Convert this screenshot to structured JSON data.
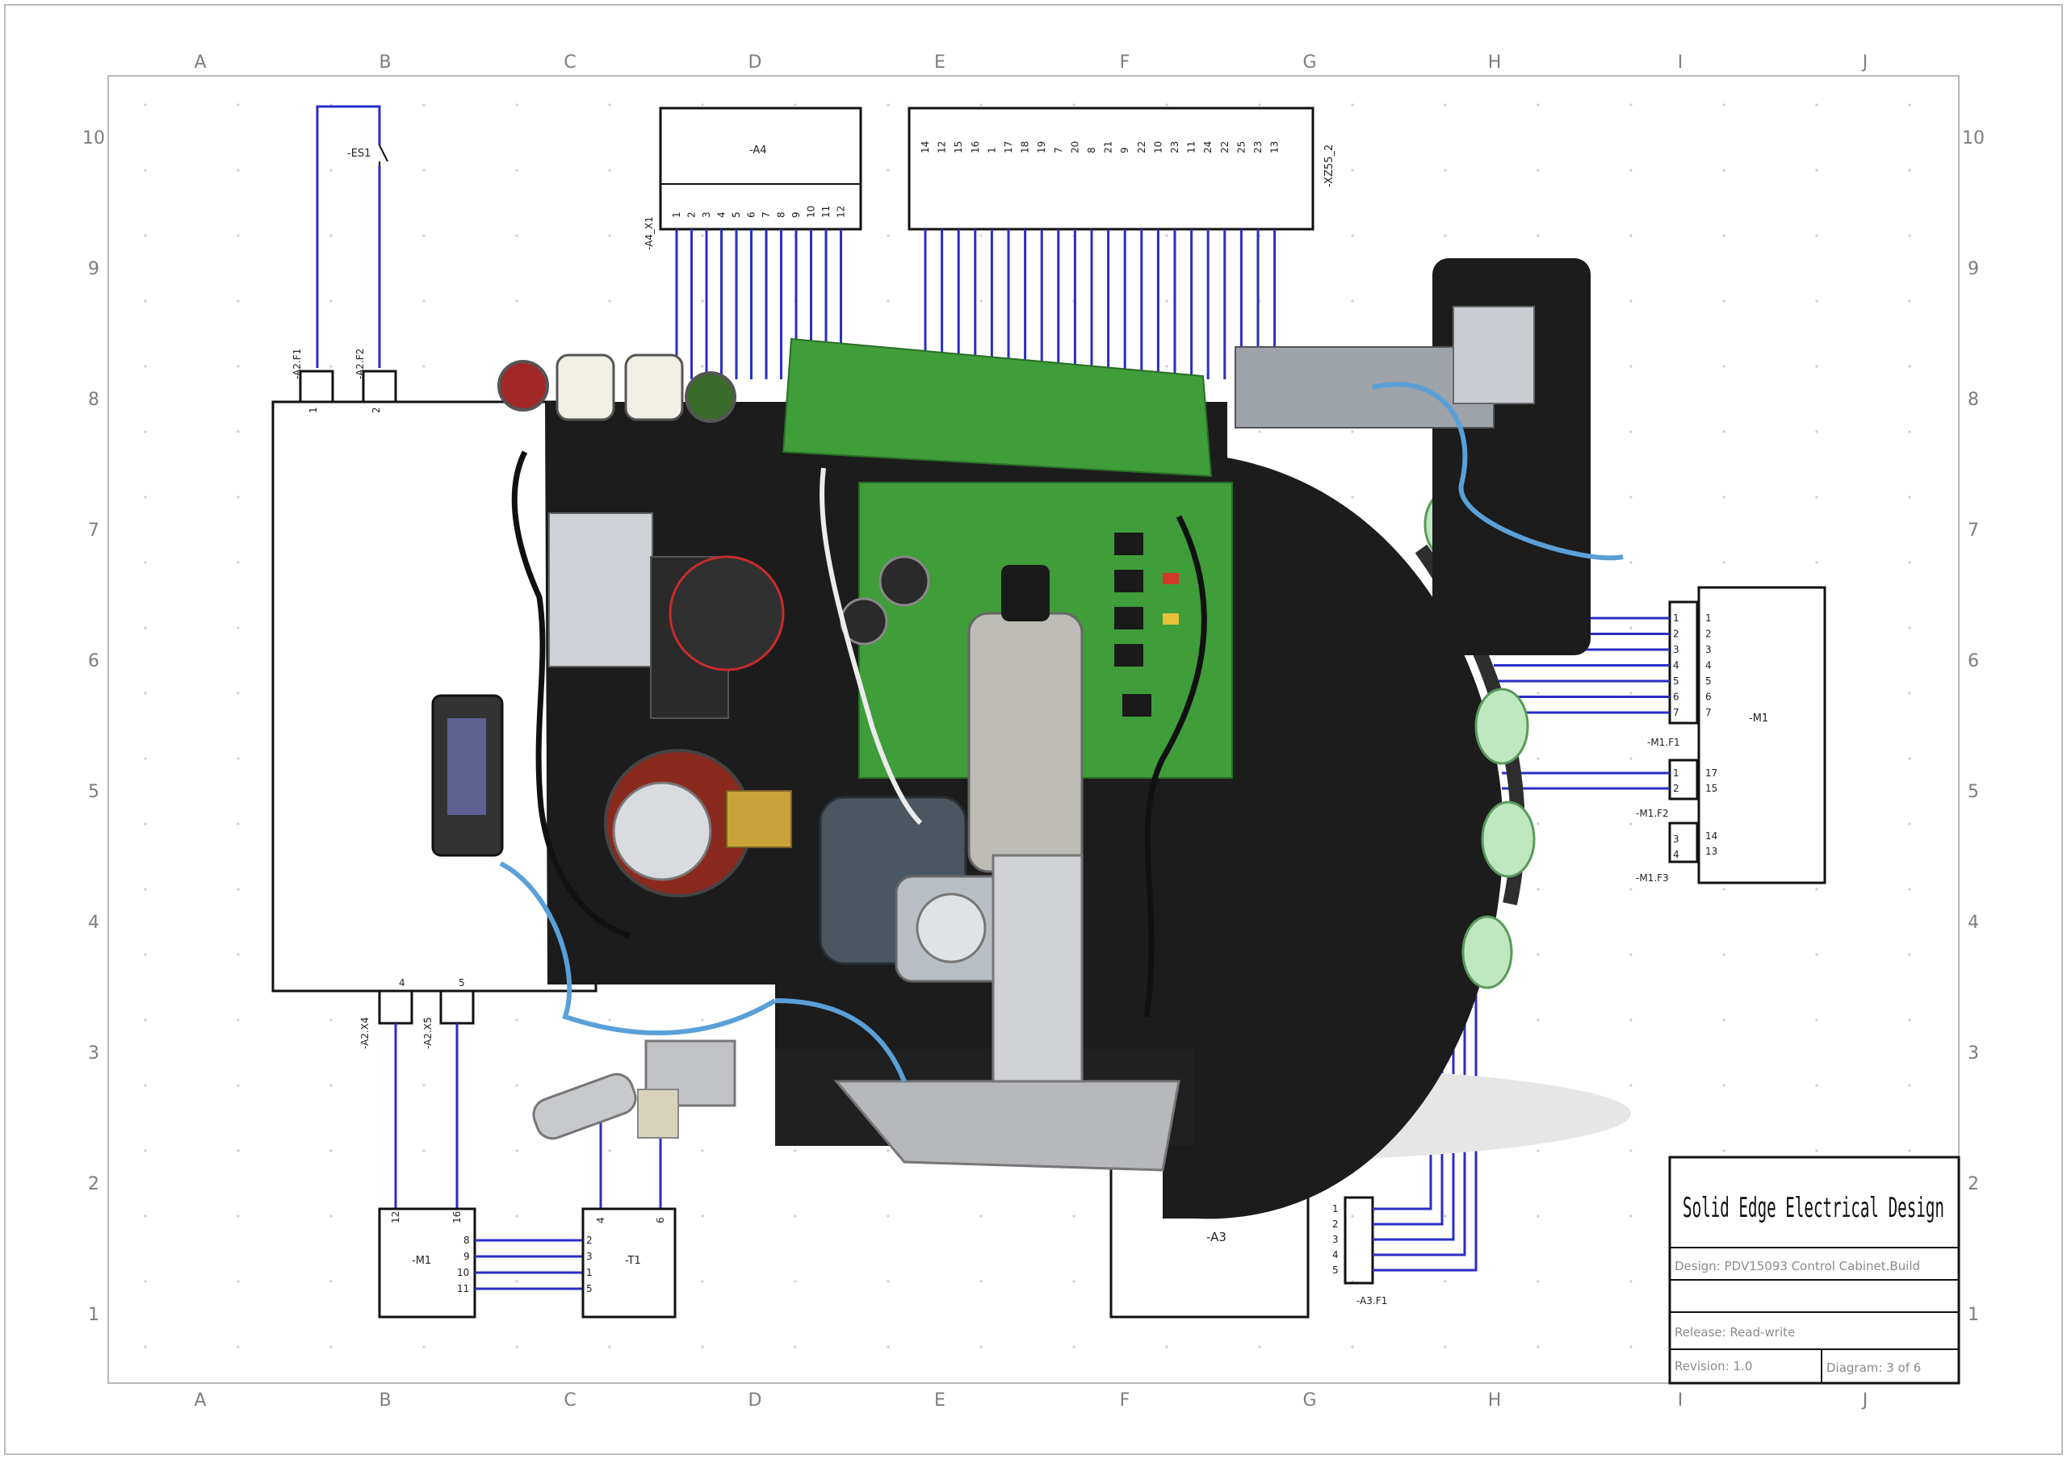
{
  "title_block": {
    "title": "Solid Edge Electrical Design",
    "design": "Design: PDV15093 Control Cabinet.Build",
    "release": "Release: Read-write",
    "revision": "Revision: 1.0",
    "diagram": "Diagram: 3 of 6"
  },
  "grid": {
    "columns": [
      "A",
      "B",
      "C",
      "D",
      "E",
      "F",
      "G",
      "H",
      "I",
      "J"
    ],
    "rows": [
      "10",
      "9",
      "8",
      "7",
      "6",
      "5",
      "4",
      "3",
      "2",
      "1"
    ]
  },
  "components": {
    "es1": "-ES1",
    "a4": "-A4",
    "a4_connector": "-A4_X1",
    "xz55": "-XZ55_2",
    "a2_x1": "-A2.F1",
    "a2_x2": "-A2.F2",
    "a2_x4": "-A2.X4",
    "a2_x5": "-A2.X5",
    "m1_left": "-M1",
    "t1": "-T1",
    "a3": "-A3",
    "a3_f1": "-A3.F1",
    "m1_right": "-M1",
    "m1_f1": "-M1.F1",
    "m1_f2": "-M1.F2",
    "m1_f3": "-M1.F3"
  },
  "pins": {
    "a4_pins": [
      "1",
      "2",
      "3",
      "4",
      "5",
      "6",
      "7",
      "8",
      "9",
      "10",
      "11",
      "12"
    ],
    "xz55_pins": [
      "14",
      "12",
      "15",
      "16",
      "1",
      "17",
      "18",
      "19",
      "7",
      "20",
      "8",
      "21",
      "9",
      "22",
      "10",
      "23",
      "11",
      "24",
      "22",
      "25",
      "23",
      "13"
    ],
    "a2_pins": [
      "1",
      "2",
      "4",
      "5"
    ],
    "m1_left_top": [
      "12",
      "16"
    ],
    "m1_left_side": [
      "8",
      "9",
      "10",
      "11"
    ],
    "t1_top": [
      "4",
      "6"
    ],
    "t1_side": [
      "2",
      "3",
      "1",
      "5"
    ],
    "a3_f1_pins": [
      "1",
      "2",
      "3",
      "4",
      "5"
    ],
    "m1_f1_pins": [
      "1",
      "2",
      "3",
      "4",
      "5",
      "6",
      "7"
    ],
    "m1_f2_pins": [
      "1",
      "2"
    ],
    "m1_f3_pins": [
      "3",
      "4"
    ],
    "m1_right_pins": [
      "1",
      "2",
      "3",
      "4",
      "5",
      "6",
      "7",
      "17",
      "15",
      "14",
      "13"
    ]
  },
  "colors": {
    "wire": "#2a2ec4",
    "frame": "#111111",
    "pcb": "#3f9d3a",
    "chassis": "#1c1c1c"
  }
}
